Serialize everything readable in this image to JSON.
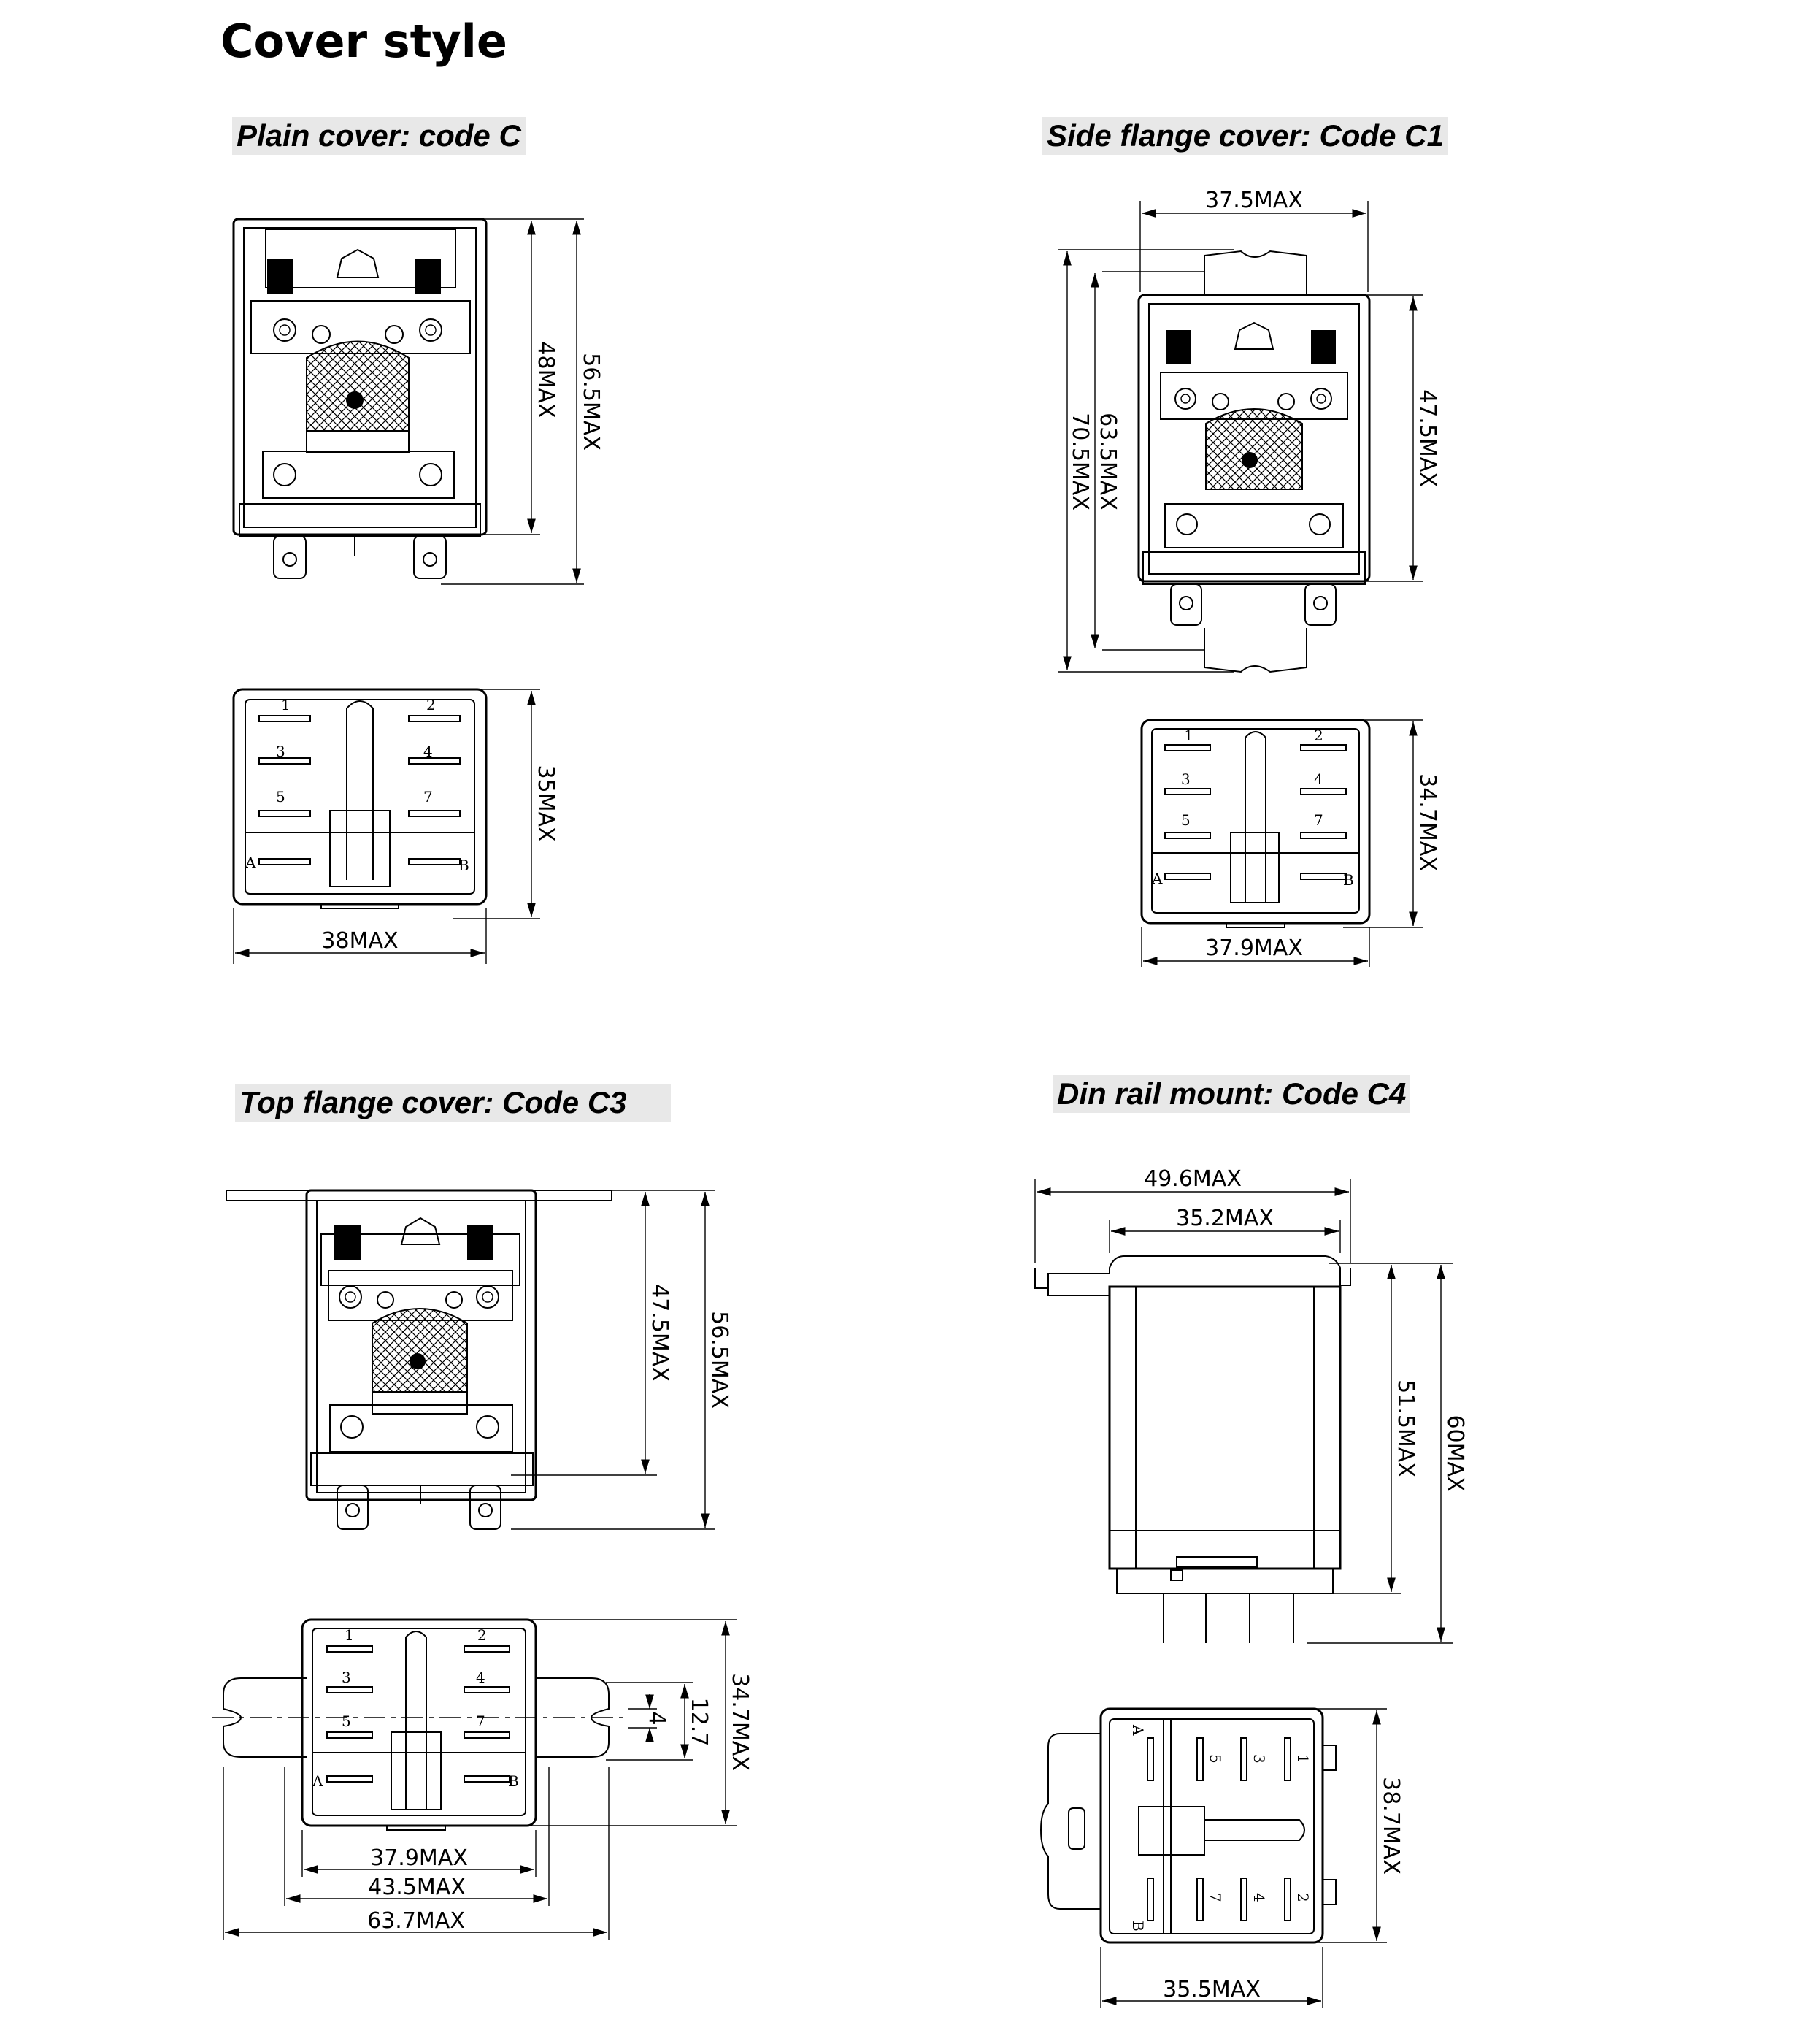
{
  "page_title": "Cover style",
  "sections": {
    "plain": {
      "title": "Plain cover: code C",
      "dims": {
        "height_inner": "48MAX",
        "height_total": "56.5MAX",
        "depth": "35MAX",
        "width": "38MAX"
      },
      "pins": [
        "1",
        "2",
        "3",
        "4",
        "5",
        "7",
        "A",
        "B"
      ]
    },
    "side_flange": {
      "title": "Side flange cover: Code C1",
      "dims": {
        "top_width": "37.5MAX",
        "height_total": "70.5MAX",
        "height_mid": "63.5MAX",
        "height_body": "47.5MAX",
        "depth": "34.7MAX",
        "width": "37.9MAX"
      },
      "pins": [
        "1",
        "2",
        "3",
        "4",
        "5",
        "7",
        "A",
        "B"
      ]
    },
    "top_flange": {
      "title": "Top flange cover: Code C3",
      "dims": {
        "height_body": "47.5MAX",
        "height_total": "56.5MAX",
        "slot": "4",
        "hole_pitch": "12.7",
        "depth": "34.7MAX",
        "width": "37.9MAX",
        "width_mid": "43.5MAX",
        "width_total": "63.7MAX"
      },
      "pins": [
        "1",
        "2",
        "3",
        "4",
        "5",
        "7",
        "A",
        "B"
      ]
    },
    "din_rail": {
      "title": "Din rail mount: Code C4",
      "dims": {
        "width_total": "49.6MAX",
        "width_inner": "35.2MAX",
        "height_body": "51.5MAX",
        "height_total": "60MAX",
        "depth": "38.7MAX",
        "width_bottom": "35.5MAX"
      },
      "pins": [
        "1",
        "2",
        "3",
        "4",
        "5",
        "7",
        "A",
        "B"
      ]
    }
  }
}
